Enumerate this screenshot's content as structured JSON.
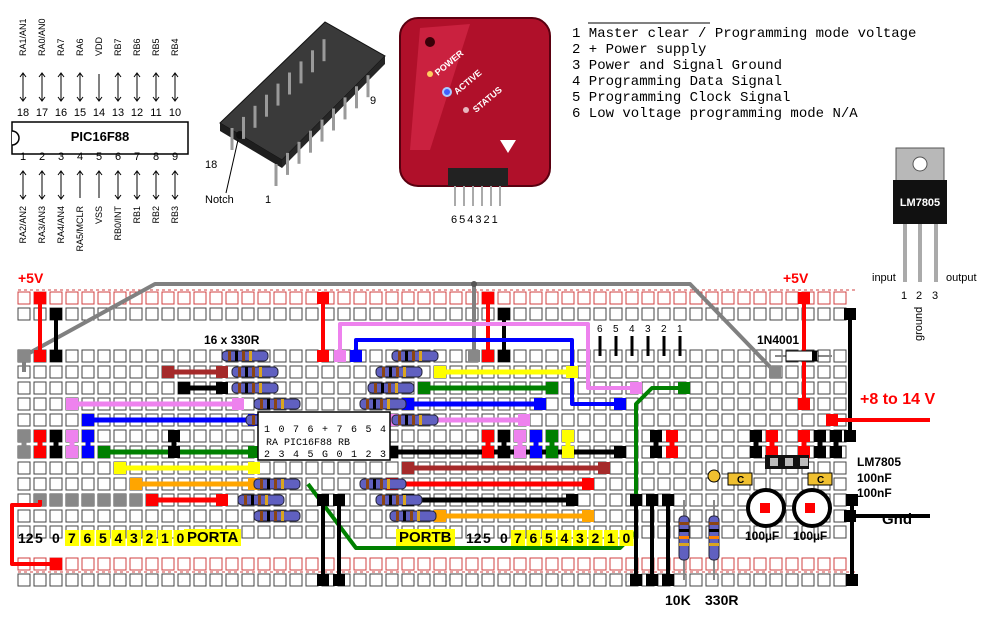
{
  "chip": {
    "name": "PIC16F88",
    "top_pin_numbers": [
      "18",
      "17",
      "16",
      "15",
      "14",
      "13",
      "12",
      "11",
      "10"
    ],
    "top_pin_labels": [
      "RA1/AN1",
      "RA0/AN0",
      "RA7",
      "RA6",
      "VDD",
      "RB7",
      "RB6",
      "RB5",
      "RB4"
    ],
    "bottom_pin_numbers": [
      "1",
      "2",
      "3",
      "4",
      "5",
      "6",
      "7",
      "8",
      "9"
    ],
    "bottom_pin_labels": [
      "RA2/AN2",
      "RA3/AN3",
      "RA4/AN4",
      "RA5/MCLR",
      "VSS",
      "RB0/INT",
      "RB1",
      "RB2",
      "RB3"
    ]
  },
  "photo_chip": {
    "label_18": "18",
    "label_9": "9",
    "label_1": "1",
    "notch": "Notch"
  },
  "programmer": {
    "led_power": "POWER",
    "led_active": "ACTIVE",
    "led_status": "STATUS",
    "pin_numbers": "654321"
  },
  "legend": [
    "1 Master clear / Programming mode voltage",
    "2 + Power supply",
    "3 Power and Signal Ground",
    "4 Programming Data Signal",
    "5 Programming Clock Signal",
    "6 Low voltage programming mode N/A"
  ],
  "regulator": {
    "part": "LM7805",
    "pin_input": "input",
    "pin_ground": "ground",
    "pin_output": "output",
    "pin_numbers": [
      "1",
      "2",
      "3"
    ]
  },
  "board": {
    "plus5_left": "+5V",
    "plus5_right": "+5V",
    "resistors_label": "16 x 330R",
    "diode_label": "1N4001",
    "supply_label": "+8 to 14 V",
    "reg_label": "LM7805",
    "cap1": "100nF",
    "cap2": "100nF",
    "gnd": "Gnd",
    "elcap1": "100µF",
    "elcap2": "100µF",
    "r10k": "10K",
    "r330": "330R",
    "header_numbers": [
      "6",
      "5",
      "4",
      "3",
      "2",
      "1"
    ],
    "chip_top_row": [
      "1",
      "0",
      "7",
      "6",
      "+",
      "7",
      "6",
      "5",
      "4"
    ],
    "chip_mid": "RA  PIC16F88  RB",
    "chip_bottom_row": [
      "2",
      "3",
      "4",
      "5",
      "G",
      "0",
      "1",
      "2",
      "3"
    ],
    "cap_letters": [
      "C",
      "C"
    ],
    "porta_prefix": [
      "12",
      "5",
      "0"
    ],
    "porta_bits": [
      "7",
      "6",
      "5",
      "4",
      "3",
      "2",
      "1",
      "0"
    ],
    "porta_label": "PORTA",
    "portb_label": "PORTB",
    "portb_prefix": [
      "12",
      "5",
      "0"
    ],
    "portb_bits": [
      "7",
      "6",
      "5",
      "4",
      "3",
      "2",
      "1",
      "0"
    ]
  },
  "colors": {
    "red": "#ff0000",
    "black": "#000000",
    "gray": "#808080",
    "blue": "#0000ff",
    "green": "#008000",
    "yellow": "#ffff00",
    "orange": "#ffa500",
    "pink": "#ee82ee",
    "brown": "#a52a2a",
    "label_bg": "#ffff00",
    "wine": "#b0102a"
  }
}
